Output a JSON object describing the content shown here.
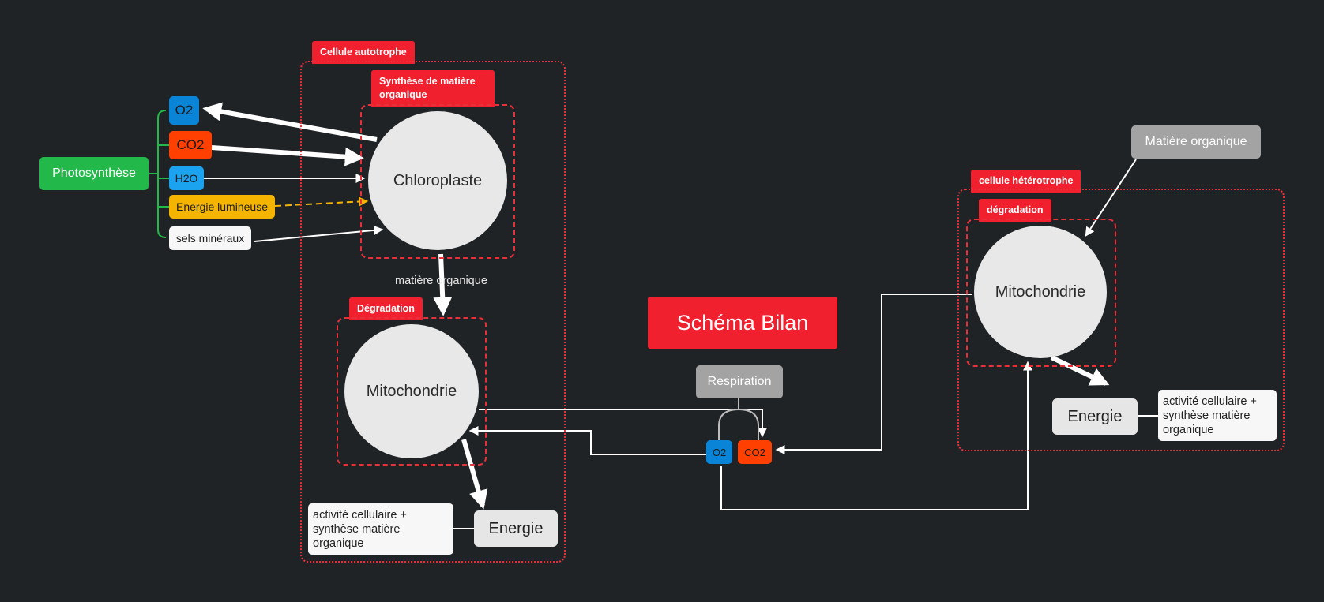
{
  "title": "Schéma Bilan",
  "photosynthese": "Photosynthèse",
  "inputs": {
    "o2": "O2",
    "co2": "CO2",
    "h2o": "H2O",
    "energie_lumineuse": "Energie lumineuse",
    "sels_mineraux": "sels minéraux"
  },
  "autotrophe": {
    "tag": "Cellule autotrophe",
    "synthese_tag": "Synthèse de matière organique",
    "chloroplaste": "Chloroplaste",
    "matiere_organique_label": "matière organique",
    "degradation_tag": "Dégradation",
    "mitochondrie": "Mitochondrie",
    "energie": "Energie",
    "activite": "activité cellulaire + synthèse matière organique"
  },
  "respiration": {
    "label": "Respiration",
    "o2": "O2",
    "co2": "CO2"
  },
  "heterotrophe": {
    "tag": "cellule hétérotrophe",
    "degradation_tag": "dégradation",
    "mitochondrie": "Mitochondrie",
    "energie": "Energie",
    "activite": "activité cellulaire + synthèse matière organique",
    "matiere_organique": "Matière organique"
  },
  "colors": {
    "accent_red": "#f0202e",
    "green": "#22b84a",
    "blue_o2": "#0a84d6",
    "orange_co2": "#ff4000",
    "h2o_blue": "#1ba3f0",
    "yellow": "#f4b400",
    "gray": "#a3a3a3",
    "background": "#202326"
  }
}
